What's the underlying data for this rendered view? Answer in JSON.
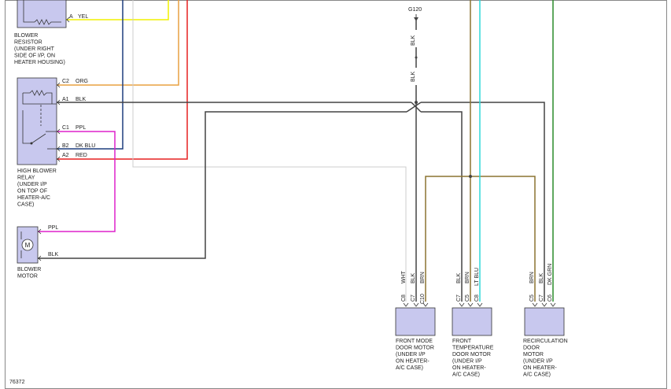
{
  "components": {
    "blower_resistor": [
      "BLOWER",
      "RESISTOR",
      "(UNDER RIGHT",
      "SIDE OF I/P, ON",
      "HEATER HOUSING)"
    ],
    "high_blower_relay": [
      "HIGH BLOWER",
      "RELAY",
      "(UNDER I/P",
      "ON TOP OF",
      "HEATER-A/C",
      "CASE)"
    ],
    "blower_motor": [
      "BLOWER",
      "MOTOR"
    ],
    "motor_symbol": "M",
    "front_mode_door_motor": [
      "FRONT MODE",
      "DOOR MOTOR",
      "(UNDER I/P",
      "ON HEATER-",
      "A/C CASE)"
    ],
    "front_temperature_door_motor": [
      "FRONT",
      "TEMPERATURE",
      "DOOR MOTOR",
      "(UNDER I/P",
      "ON HEATER-",
      "A/C CASE)"
    ],
    "recirculation_door_motor": [
      "RECIRCULATION",
      "DOOR",
      "MOTOR",
      "(UNDER I/P",
      "ON HEATER-",
      "A/C CASE)"
    ]
  },
  "pins": {
    "resistor_a": "A",
    "relay_c2": "C2",
    "relay_a1": "A1",
    "relay_c1": "C1",
    "relay_b2": "B2",
    "relay_a2": "A2",
    "mode_c8": "C8",
    "mode_c7": "C7",
    "mode_c10": "C10",
    "temp_c7": "C7",
    "temp_c5": "C5",
    "temp_c8": "C8",
    "recirc_c5": "C5",
    "recirc_c7": "C7",
    "recirc_c6": "C6"
  },
  "wire_labels": {
    "resistor_yel": "YEL",
    "relay_org": "ORG",
    "relay_blk": "BLK",
    "relay_ppl": "PPL",
    "relay_dkblu": "DK BLU",
    "relay_red": "RED",
    "motor_ppl": "PPL",
    "motor_blk": "BLK",
    "ground_blk_1": "BLK",
    "ground_blk_2": "BLK",
    "mode_wht": "WHT",
    "mode_blk": "BLK",
    "mode_brn": "BRN",
    "temp_blk": "BLK",
    "temp_brn": "BRN",
    "temp_ltblu": "LT BLU",
    "recirc_brn": "BRN",
    "recirc_blk": "BLK",
    "recirc_dkgrn": "DK GRN"
  },
  "ground": "G120",
  "figure_number": "76372",
  "wire_colors": {
    "yellow": "#f2f200",
    "orange": "#e8a040",
    "dark_blue": "#1f3f7f",
    "red": "#e62020",
    "purple": "#dd22cc",
    "black": "#444444",
    "white": "#cccccc",
    "brown": "#8c7430",
    "light_blue": "#2ed8d8",
    "dark_green": "#2a8c2a"
  }
}
